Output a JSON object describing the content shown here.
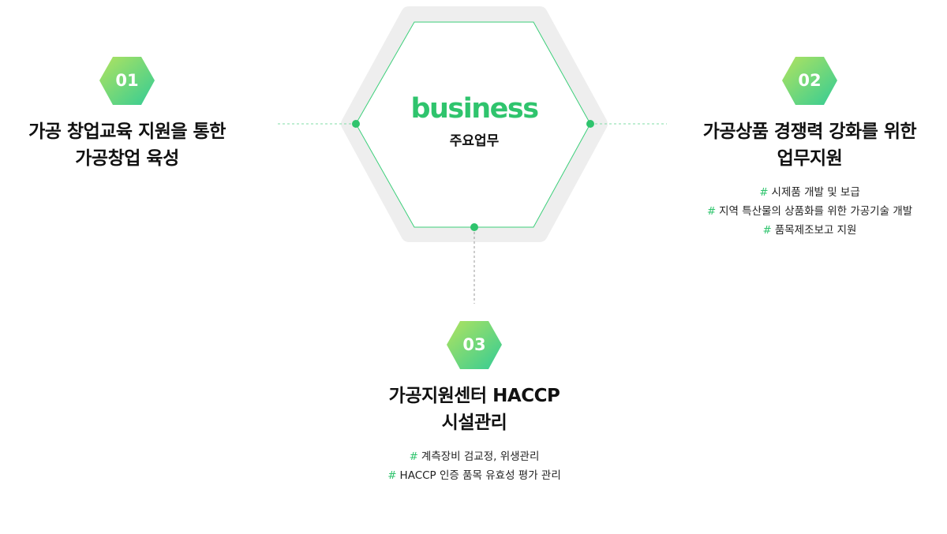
{
  "center": {
    "title": "business",
    "subtitle": "주요업무"
  },
  "colors": {
    "accent": "#2fc46d",
    "outer_hex": "#eeeeee",
    "badge_from": "#a8e063",
    "badge_to": "#3ccf91"
  },
  "items": [
    {
      "number": "01",
      "title_lines": [
        "가공 창업교육 지원을 통한",
        "가공창업 육성"
      ],
      "bullets": []
    },
    {
      "number": "02",
      "title_lines": [
        "가공상품 경쟁력 강화를 위한",
        "업무지원"
      ],
      "bullets": [
        "시제품 개발 및 보급",
        "지역 특산물의 상품화를 위한 가공기술 개발",
        "품목제조보고 지원"
      ]
    },
    {
      "number": "03",
      "title_lines": [
        "가공지원센터 HACCP",
        "시설관리"
      ],
      "bullets": [
        "계측장비 검교정, 위생관리",
        "HACCP 인증 품목 유효성 평가 관리"
      ]
    }
  ],
  "bullet_marker": "#"
}
